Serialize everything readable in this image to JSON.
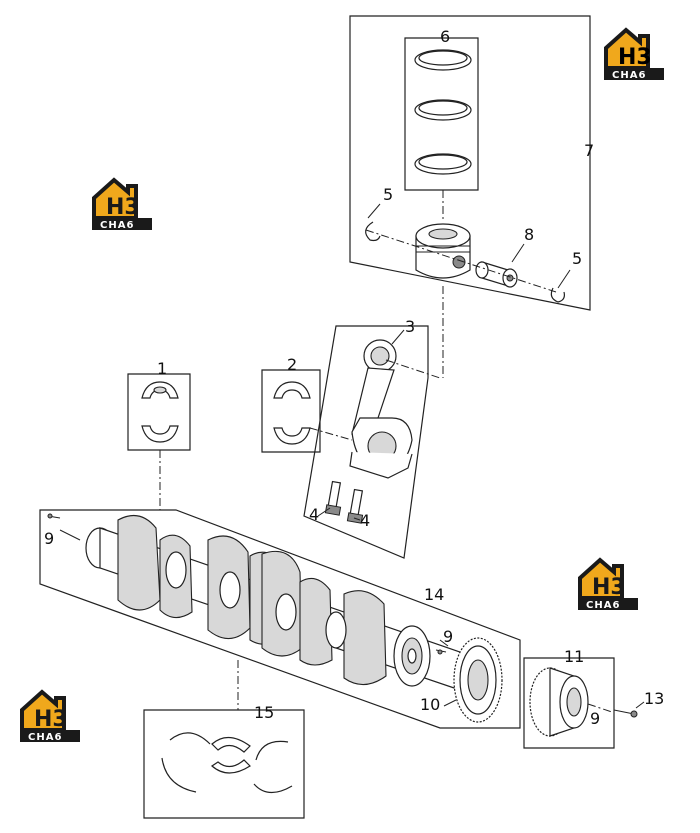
{
  "callouts": {
    "c1": "1",
    "c2": "2",
    "c3": "3",
    "c4a": "4",
    "c4b": "4",
    "c5a": "5",
    "c5b": "5",
    "c6": "6",
    "c7": "7",
    "c8": "8",
    "c9a": "9",
    "c9b": "9",
    "c9c": "9",
    "c10": "10",
    "c11": "11",
    "c13": "13",
    "c14": "14",
    "c15": "15"
  },
  "logo": {
    "letters": "H3",
    "text": "CHA6",
    "colors": {
      "house": "#f0a81c",
      "bar": "#1a1a1a"
    }
  }
}
